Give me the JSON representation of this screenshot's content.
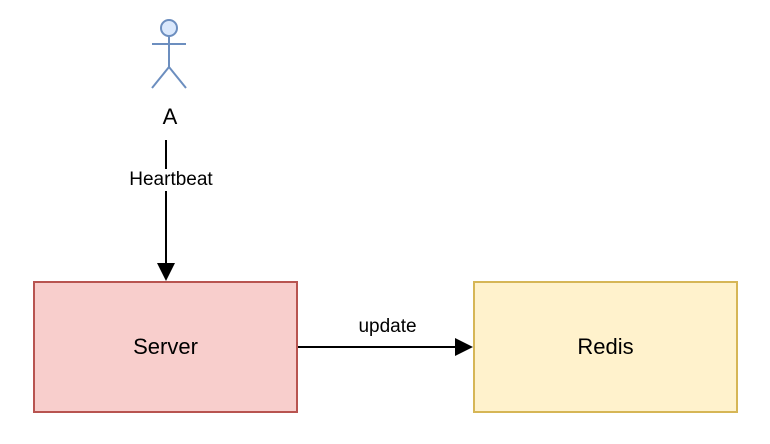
{
  "actor": {
    "label": "A"
  },
  "edges": {
    "heartbeat": "Heartbeat",
    "update": "update"
  },
  "nodes": {
    "server": "Server",
    "redis": "Redis"
  },
  "colors": {
    "actor_stroke": "#6c8ebf",
    "actor_fill": "#dae8fc",
    "server_fill": "#f8cecc",
    "server_stroke": "#b85450",
    "redis_fill": "#fff2cc",
    "redis_stroke": "#d6b656",
    "edge": "#000000"
  }
}
